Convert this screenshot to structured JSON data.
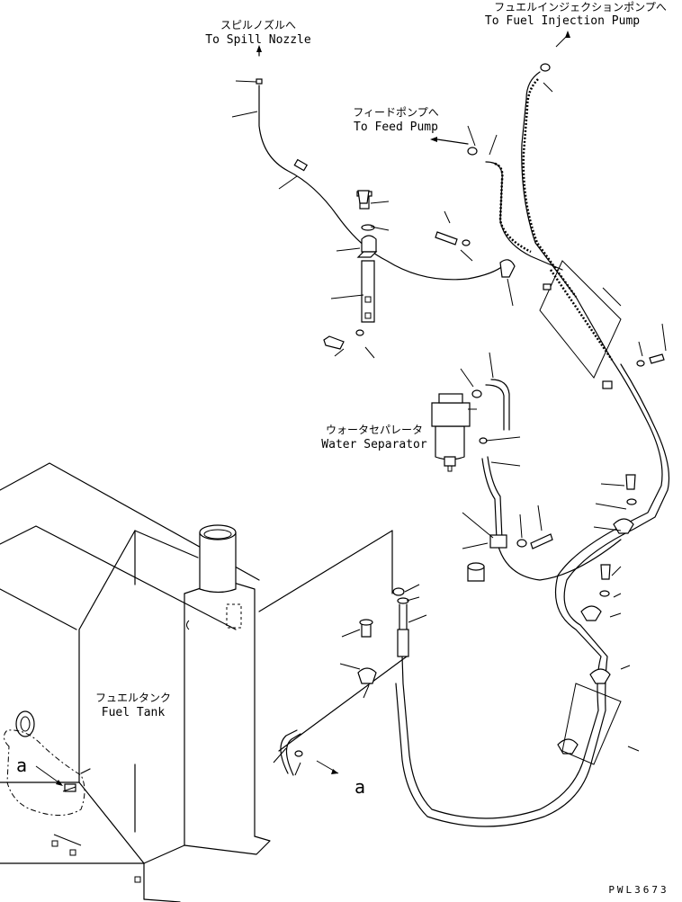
{
  "labels": {
    "spill_nozzle_jp": "スピルノズルへ",
    "spill_nozzle_en": "To Spill Nozzle",
    "injection_pump_jp": "フュエルインジェクションポンプへ",
    "injection_pump_en": "To Fuel Injection Pump",
    "feed_pump_jp": "フィードポンプへ",
    "feed_pump_en": "To Feed Pump",
    "water_separator_jp": "ウォータセパレータ",
    "water_separator_en": "Water Separator",
    "fuel_tank_jp": "フュエルタンク",
    "fuel_tank_en": "Fuel Tank",
    "detail_a_left": "a",
    "detail_a_right": "a",
    "drawing_code": "PWL3673"
  }
}
